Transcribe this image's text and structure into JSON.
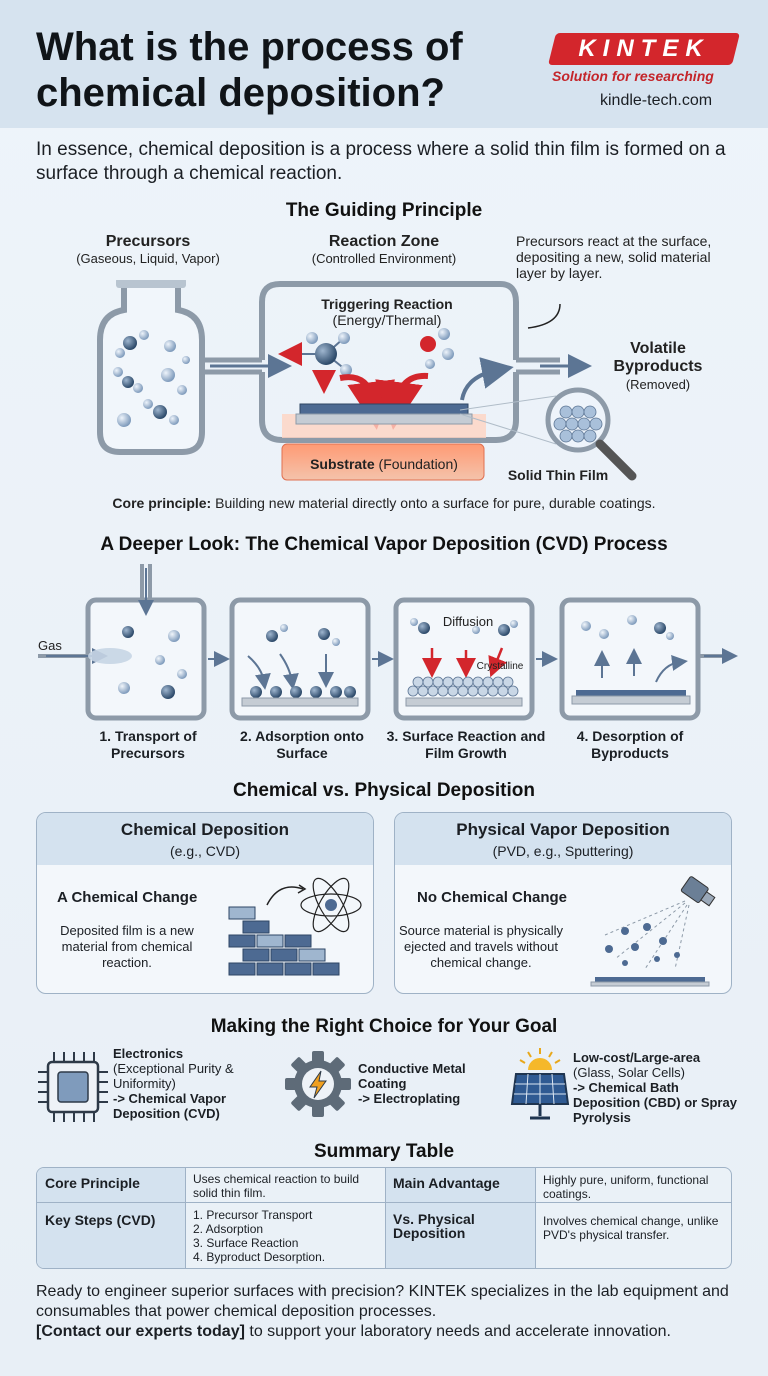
{
  "header": {
    "title": "What is the process of chemical deposition?",
    "logo_text": "KINTEK",
    "logo_tagline": "Solution for researching",
    "website": "kindle-tech.com"
  },
  "intro": "In essence, chemical deposition is a process where a solid thin film is formed on a surface through a chemical reaction.",
  "principle": {
    "heading": "The Guiding Principle",
    "precursors_title": "Precursors",
    "precursors_sub": "(Gaseous, Liquid, Vapor)",
    "zone_title": "Reaction Zone",
    "zone_sub": "(Controlled Environment)",
    "annotation": "Precursors react at the surface, depositing a new, solid material layer by layer.",
    "trigger_title": "Triggering Reaction",
    "trigger_sub": "(Energy/Thermal)",
    "byproducts_title": "Volatile Byproducts",
    "byproducts_sub": "(Removed)",
    "substrate_bold": "Substrate",
    "substrate_rest": " (Foundation)",
    "film_label": "Solid Thin Film",
    "core_bold": "Core principle:",
    "core_rest": " Building new material directly onto a surface for pure, durable coatings."
  },
  "cvd": {
    "heading": "A Deeper Look: The Chemical Vapor Deposition (CVD) Process",
    "gas_label": "Gas",
    "diffusion_label": "Diffusion",
    "crystalline_label": "Crystalline",
    "steps": [
      "1. Transport of Precursors",
      "2. Adsorption onto Surface",
      "3. Surface Reaction and Film Growth",
      "4. Desorption of Byproducts"
    ]
  },
  "comparison": {
    "heading": "Chemical vs. Physical Deposition",
    "chemical": {
      "title": "Chemical Deposition",
      "subtitle": "(e.g., CVD)",
      "point": "A Chemical Change",
      "desc": "Deposited film is a new material from chemical reaction."
    },
    "physical": {
      "title": "Physical Vapor Deposition",
      "subtitle": "(PVD, e.g., Sputtering)",
      "point": "No Chemical Change",
      "desc": "Source material is physically ejected and travels without chemical change."
    }
  },
  "goals": {
    "heading": "Making the Right Choice for Your Goal",
    "items": [
      {
        "icon": "chip-icon",
        "title": "Electronics",
        "sub": "(Exceptional Purity & Uniformity)",
        "method": "-> Chemical Vapor Deposition (CVD)"
      },
      {
        "icon": "gear-bolt-icon",
        "title": "Conductive Metal Coating",
        "sub": "",
        "method": "-> Electroplating"
      },
      {
        "icon": "solar-panel-icon",
        "title": "Low-cost/Large-area",
        "sub": "(Glass, Solar Cells)",
        "method": "-> Chemical Bath Deposition (CBD) or Spray Pyrolysis"
      }
    ]
  },
  "summary": {
    "heading": "Summary Table",
    "rows": [
      {
        "k1": "Core Principle",
        "v1": "Uses chemical reaction to build solid thin film.",
        "k2": "Main Advantage",
        "v2": "Highly pure, uniform, functional coatings."
      },
      {
        "k1": "Key Steps (CVD)",
        "v1": "1. Precursor Transport\n2. Adsorption\n3. Surface Reaction\n4. Byproduct Desorption.",
        "k2": "Vs. Physical Deposition",
        "v2": "Involves chemical change, unlike PVD's physical transfer."
      }
    ]
  },
  "footer": {
    "text": "Ready to engineer superior surfaces with precision? KINTEK specializes in the lab equipment and consumables that power chemical deposition processes.",
    "cta": "[Contact our experts today]",
    "cta_rest": " to support your laboratory needs and accelerate innovation."
  }
}
